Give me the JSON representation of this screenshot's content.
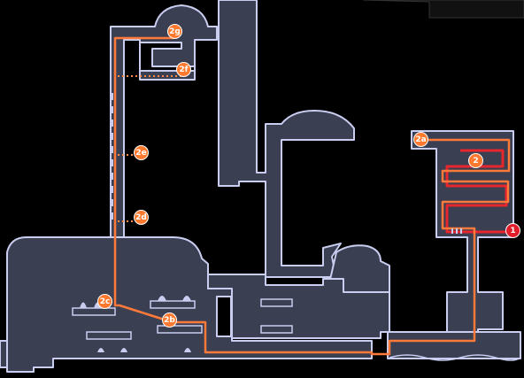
{
  "markers": [
    {
      "id": "m-1",
      "label": "1",
      "color": "red"
    },
    {
      "id": "m-2",
      "label": "2",
      "color": "orange"
    },
    {
      "id": "m-2a",
      "label": "2a",
      "color": "orange"
    },
    {
      "id": "m-2b",
      "label": "2b",
      "color": "orange"
    },
    {
      "id": "m-2c",
      "label": "2c",
      "color": "orange"
    },
    {
      "id": "m-2d",
      "label": "2d",
      "color": "orange"
    },
    {
      "id": "m-2e",
      "label": "2e",
      "color": "orange"
    },
    {
      "id": "m-2f",
      "label": "2f",
      "color": "orange"
    },
    {
      "id": "m-2g",
      "label": "2g",
      "color": "orange"
    }
  ],
  "colors": {
    "room_fill": "#3a3f52",
    "room_outline": "#c9cdf0",
    "route_orange": "#ff7a3a",
    "route_red": "#e8262d",
    "background": "#000000"
  }
}
